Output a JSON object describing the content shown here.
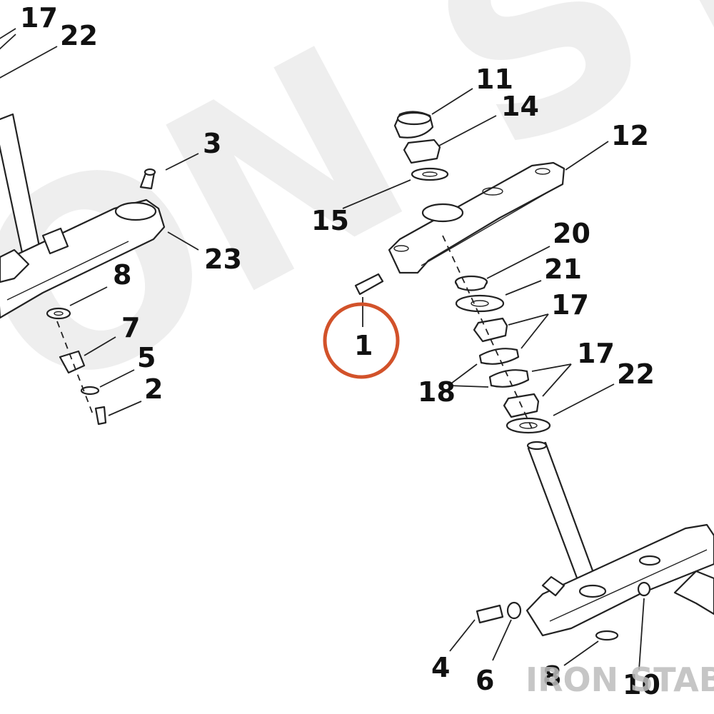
{
  "diagram": {
    "watermark_big": "ON ST",
    "watermark_brand": "IRON STABLE",
    "highlight_color": "#d2522a",
    "highlighted_part": "1",
    "labels": {
      "l17a": "17",
      "l22a": "22",
      "l3": "3",
      "l23": "23",
      "l8a": "8",
      "l7": "7",
      "l5": "5",
      "l2": "2",
      "l11": "11",
      "l14": "14",
      "l12": "12",
      "l15": "15",
      "l20": "20",
      "l21": "21",
      "l17b": "17",
      "l17c": "17",
      "l1": "1",
      "l18": "18",
      "l22b": "22",
      "l4": "4",
      "l6": "6",
      "l8b": "8",
      "l10": "10"
    }
  }
}
